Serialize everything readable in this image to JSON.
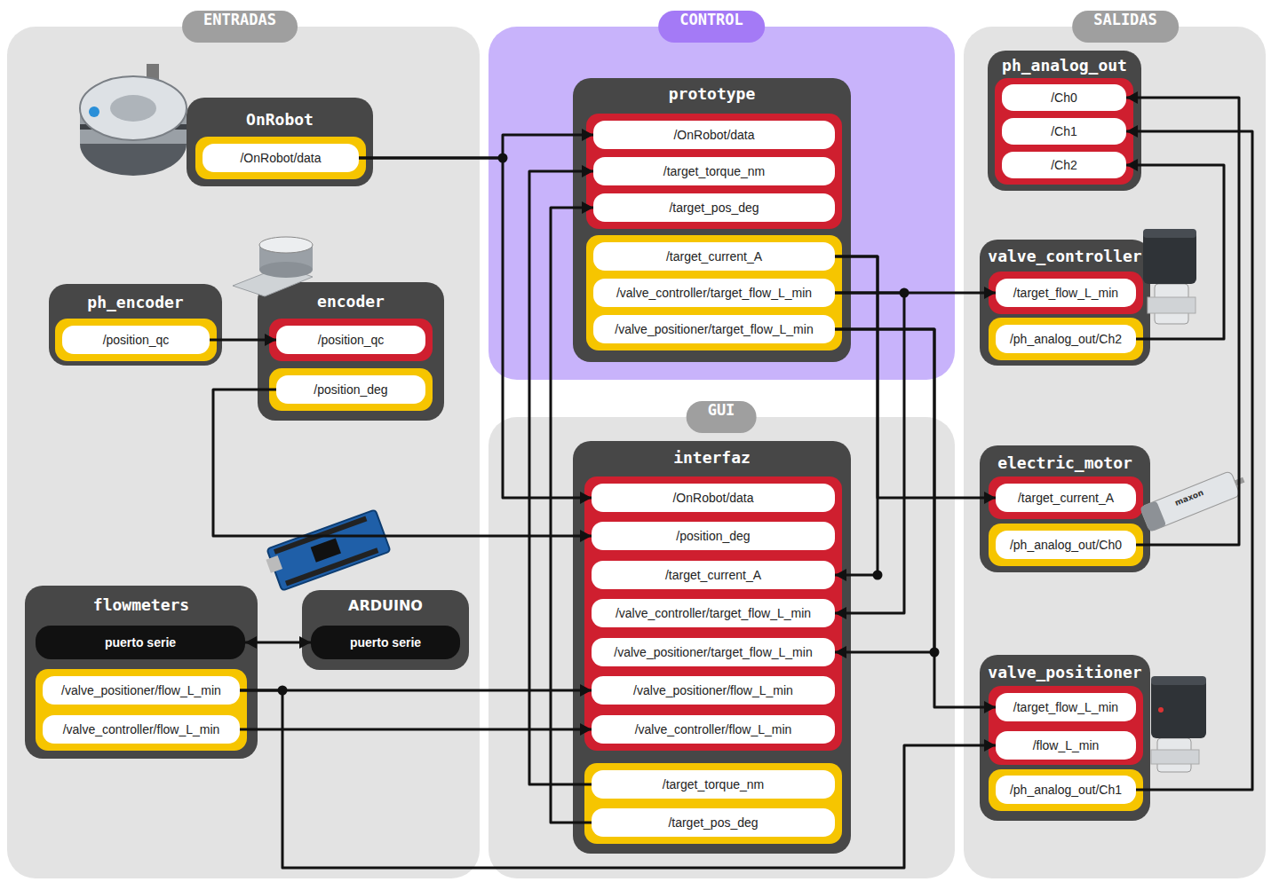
{
  "diagram": {
    "nodes": [
      {
        "text": [
          "ENTRADAS"
        ]
      },
      {
        "text": [
          "OnRobot"
        ],
        "in": 0
      },
      {
        "text": [
          "/OnRobot/data"
        ],
        "in": 1
      },
      {
        "text": [
          "ph_encoder"
        ],
        "in": 0
      },
      {
        "text": [
          "/position_qc"
        ],
        "in": 3
      },
      {
        "text": [
          "encoder"
        ],
        "in": 0
      },
      {
        "text": [
          "/position_qc"
        ],
        "in": 5
      },
      {
        "text": [
          "/position_deg"
        ],
        "in": 5
      },
      {
        "text": [
          "flowmeters"
        ],
        "in": 0
      },
      {
        "text": [
          "puerto serie"
        ],
        "in": 8
      },
      {
        "text": [
          "/valve_positioner/flow_L_min"
        ],
        "in": 8
      },
      {
        "text": [
          "/valve_controller/flow_L_min"
        ],
        "in": 8
      },
      {
        "text": [
          "ARDUINO"
        ],
        "in": 0
      },
      {
        "text": [
          "puerto serie"
        ],
        "in": 12
      },
      {
        "text": [
          "CONTROL"
        ]
      },
      {
        "text": [
          "prototype"
        ],
        "in": 14
      },
      {
        "text": [
          "/OnRobot/data"
        ],
        "in": 15
      },
      {
        "text": [
          "/target_torque_nm"
        ],
        "in": 15
      },
      {
        "text": [
          "/target_pos_deg"
        ],
        "in": 15
      },
      {
        "text": [
          "/target_current_A"
        ],
        "in": 15
      },
      {
        "text": [
          "/valve_controller/target_flow_L_min"
        ],
        "in": 15
      },
      {
        "text": [
          "/valve_positioner/target_flow_L_min"
        ],
        "in": 15
      },
      {
        "text": [
          "GUI"
        ]
      },
      {
        "text": [
          "interfaz"
        ],
        "in": 22
      },
      {
        "text": [
          "/OnRobot/data"
        ],
        "in": 23
      },
      {
        "text": [
          "/position_deg"
        ],
        "in": 23
      },
      {
        "text": [
          "/target_current_A"
        ],
        "in": 23
      },
      {
        "text": [
          "/valve_controller/target_flow_L_min"
        ],
        "in": 23
      },
      {
        "text": [
          "/valve_positioner/target_flow_L_min"
        ],
        "in": 23
      },
      {
        "text": [
          "/valve_positioner/flow_L_min"
        ],
        "in": 23
      },
      {
        "text": [
          "/valve_controller/flow_L_min"
        ],
        "in": 23
      },
      {
        "text": [
          "/target_torque_nm"
        ],
        "in": 23
      },
      {
        "text": [
          "/target_pos_deg"
        ],
        "in": 23
      },
      {
        "text": [
          "SALIDAS"
        ]
      },
      {
        "text": [
          "ph_analog_out"
        ],
        "in": 33
      },
      {
        "text": [
          "/Ch0"
        ],
        "in": 34
      },
      {
        "text": [
          "/Ch1"
        ],
        "in": 34
      },
      {
        "text": [
          "/Ch2"
        ],
        "in": 34
      },
      {
        "text": [
          "valve_controller"
        ],
        "in": 33
      },
      {
        "text": [
          "/target_flow_L_min"
        ],
        "in": 38
      },
      {
        "text": [
          "/ph_analog_out/Ch2"
        ],
        "in": 38
      },
      {
        "text": [
          "electric_motor"
        ],
        "in": 33
      },
      {
        "text": [
          "/target_current_A"
        ],
        "in": 41
      },
      {
        "text": [
          "/ph_analog_out/Ch0"
        ],
        "in": 41
      },
      {
        "text": [
          "valve_positioner"
        ],
        "in": 33
      },
      {
        "text": [
          "/target_flow_L_min"
        ],
        "in": 44
      },
      {
        "text": [
          "/flow_L_min"
        ],
        "in": 44
      },
      {
        "text": [
          "/ph_analog_out/Ch1"
        ],
        "in": 44
      }
    ],
    "edges": [
      {
        "from": 2,
        "to": 16,
        "arrow": "to"
      },
      {
        "from": 2,
        "to": 24,
        "arrow": "to"
      },
      {
        "from": 4,
        "to": 6,
        "arrow": "to"
      },
      {
        "from": 7,
        "to": 25,
        "arrow": "to"
      },
      {
        "from": 9,
        "to": 13,
        "arrow": "both"
      },
      {
        "from": 10,
        "to": 29,
        "arrow": "to"
      },
      {
        "from": 10,
        "to": 46,
        "arrow": "to"
      },
      {
        "from": 11,
        "to": 30,
        "arrow": "to"
      },
      {
        "from": 31,
        "to": 17,
        "arrow": "to"
      },
      {
        "from": 32,
        "to": 18,
        "arrow": "to"
      },
      {
        "from": 19,
        "to": 42,
        "arrow": "to"
      },
      {
        "from": 19,
        "to": 26,
        "arrow": "to"
      },
      {
        "from": 20,
        "to": 39,
        "arrow": "to"
      },
      {
        "from": 20,
        "to": 27,
        "arrow": "to"
      },
      {
        "from": 21,
        "to": 45,
        "arrow": "to"
      },
      {
        "from": 21,
        "to": 28,
        "arrow": "to"
      },
      {
        "from": 40,
        "to": 37,
        "arrow": "to"
      },
      {
        "from": 43,
        "to": 35,
        "arrow": "to"
      },
      {
        "from": 47,
        "to": 36,
        "arrow": "to"
      }
    ],
    "labels": [
      "maxon"
    ]
  }
}
